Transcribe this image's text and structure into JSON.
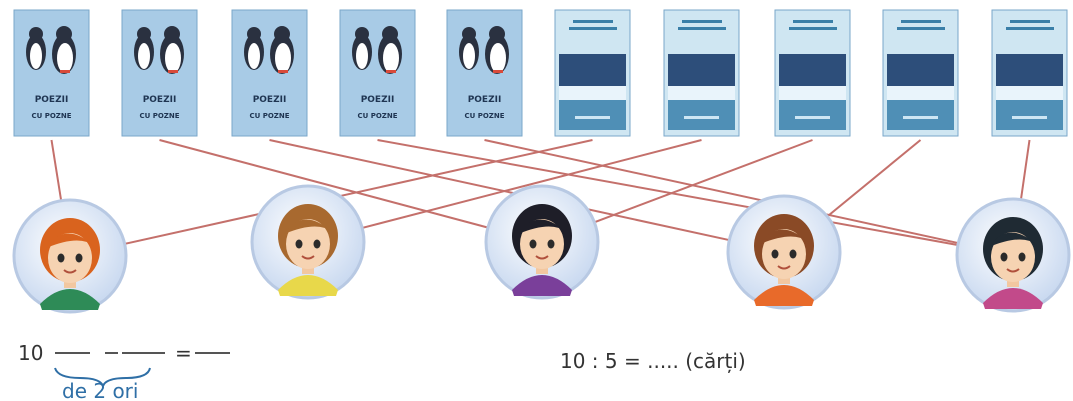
{
  "books": [
    {
      "type": "poezii",
      "title": "POEZII",
      "subtitle": "CU POZNE"
    },
    {
      "type": "poezii",
      "title": "POEZII",
      "subtitle": "CU POZNE"
    },
    {
      "type": "poezii",
      "title": "POEZII",
      "subtitle": "CU POZNE"
    },
    {
      "type": "poezii",
      "title": "POEZII",
      "subtitle": "CU POZNE"
    },
    {
      "type": "poezii",
      "title": "POEZII",
      "subtitle": "CU POZNE"
    },
    {
      "type": "other",
      "title": "",
      "subtitle": ""
    },
    {
      "type": "other",
      "title": "",
      "subtitle": ""
    },
    {
      "type": "other",
      "title": "",
      "subtitle": ""
    },
    {
      "type": "other",
      "title": "",
      "subtitle": ""
    },
    {
      "type": "other",
      "title": "",
      "subtitle": ""
    }
  ],
  "children": [
    {
      "hair": "#d9631e",
      "shirt": "#2e8b57"
    },
    {
      "hair": "#a8692f",
      "shirt": "#e8d84a"
    },
    {
      "hair": "#1e1e28",
      "shirt": "#7a3f9a"
    },
    {
      "hair": "#8a4a26",
      "shirt": "#e86a2a"
    },
    {
      "hair": "#1f2a33",
      "shirt": "#c24a8a"
    }
  ],
  "connections": [
    {
      "book": 0,
      "child": 0
    },
    {
      "book": 1,
      "child": 2
    },
    {
      "book": 2,
      "child": 3
    },
    {
      "book": 3,
      "child": 4
    },
    {
      "book": 4,
      "child": 4
    },
    {
      "book": 5,
      "child": 0
    },
    {
      "book": 6,
      "child": 1
    },
    {
      "book": 7,
      "child": 2
    },
    {
      "book": 8,
      "child": 3
    },
    {
      "book": 9,
      "child": 4
    }
  ],
  "colors": {
    "line": "#c4706b",
    "poezii_cover": "#a8cbe6",
    "other_cover_top": "#cfe6f2",
    "other_band": "#2d4e7a",
    "other_bottom": "#4f8fb6",
    "circle_fill": "#dfe9f7"
  },
  "labels": {
    "left_start": "10",
    "left_eq": "=",
    "left_note": "de 2 ori",
    "right_eq": "10 : 5 = ..... (cărți)"
  }
}
